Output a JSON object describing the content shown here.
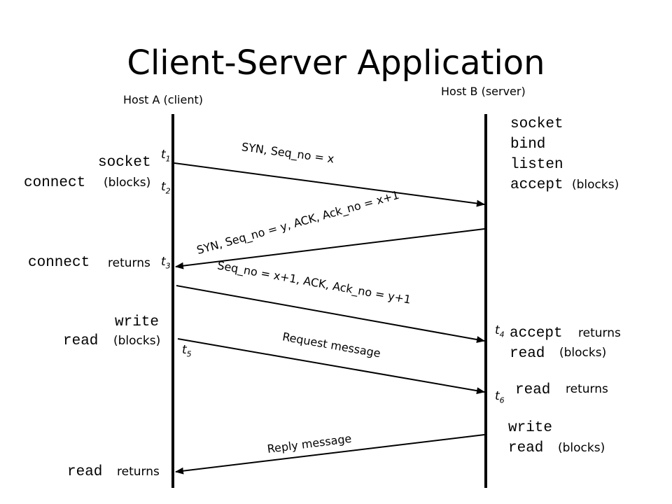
{
  "title": "Client-Server Application",
  "host_a": "Host A (client)",
  "host_b": "Host B (server)",
  "client": {
    "socket": "socket",
    "connect": "connect",
    "connect_blocks": "(blocks)",
    "connect2": "connect",
    "connect_returns": "returns",
    "write": "write",
    "read": "read",
    "read_blocks": "(blocks)",
    "read2": "read",
    "read_returns": "returns"
  },
  "server": {
    "socket": "socket",
    "bind": "bind",
    "listen": "listen",
    "accept": "accept",
    "accept_blocks": "(blocks)",
    "accept2": "accept",
    "accept_returns": "returns",
    "read": "read",
    "read_blocks": "(blocks)",
    "read2": "read",
    "read_returns": "returns",
    "write": "write",
    "read3": "read",
    "read3_blocks": "(blocks)"
  },
  "messages": {
    "syn": "SYN, Seq_no = x",
    "synack": "SYN, Seq_no = y, ACK, Ack_no = x+1",
    "ack": "Seq_no = x+1, ACK, Ack_no = y+1",
    "request": "Request message",
    "reply": "Reply message"
  },
  "times": {
    "t1": "1",
    "t2": "2",
    "t3": "3",
    "t4": "4",
    "t5": "5",
    "t6": "6",
    "t": "t"
  }
}
